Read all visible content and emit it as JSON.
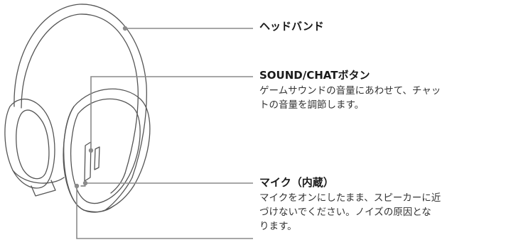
{
  "callouts": {
    "headband": {
      "title": "ヘッドバンド"
    },
    "sound_chat": {
      "title": "SOUND/CHATボタン",
      "desc_line1": "ゲームサウンドの音量にあわせて、チャッ",
      "desc_line2": "トの音量を調節します。"
    },
    "mic": {
      "title": "マイク（内蔵）",
      "desc_line1": "マイクをオンにしたまま、スピーカーに近",
      "desc_line2": "づけないでください。ノイズの原因とな",
      "desc_line3": "ります。"
    }
  },
  "colors": {
    "line": "#8a8a8a",
    "outline": "#555555",
    "text": "#1a1a1a"
  }
}
